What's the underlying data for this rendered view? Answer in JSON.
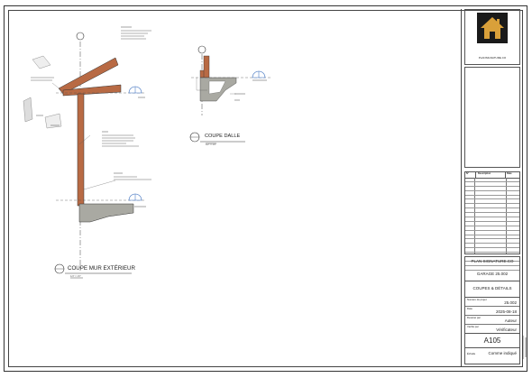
{
  "drawing": {
    "section1": {
      "title": "COUPE MUR EXTÉRIEUR",
      "scale": "1/4\" = 1'0\""
    },
    "section2": {
      "title": "COUPE DALLE",
      "scale": "1/2\" = 1'0\""
    }
  },
  "title_block": {
    "brand": "PLANSIGNATURE.CO",
    "revision_headers": [
      "N°",
      "Description",
      "Date"
    ],
    "company": "PLAN SIGNATURE.CO",
    "project": "GARAGE 25.002",
    "sheet_name": "COUPES & DÉTAILS",
    "fields": [
      {
        "label": "Numéro du projet",
        "value": "25.002"
      },
      {
        "label": "Date",
        "value": "2025-08-18"
      },
      {
        "label": "Dessiné par",
        "value": "Auteur"
      },
      {
        "label": "Vérifié par",
        "value": "Vérificateur"
      }
    ],
    "sheet_number": "A105",
    "scale_label": "Échelle",
    "scale_value": "Comme indiqué"
  },
  "colors": {
    "wood": "#B86A44",
    "concrete": "#A9A9A2",
    "logo_bg": "#1a1a1a",
    "logo_house": "#D9A03A"
  }
}
